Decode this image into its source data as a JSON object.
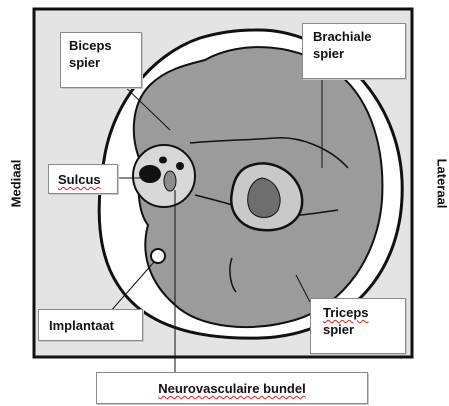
{
  "labels": {
    "biceps": [
      "Biceps",
      "spier"
    ],
    "brachiale": [
      "Brachiale",
      "spier"
    ],
    "sulcus": "Sulcus",
    "implantaat": "Implantaat",
    "triceps": [
      "Triceps",
      "spier"
    ],
    "bundel": "Neurovasculaire bundel",
    "mediaal": "Mediaal",
    "lateraal": "Lateraal"
  },
  "colors": {
    "frame_fill": "#e4e4e4",
    "fat_layer": "#f4f4f4",
    "muscle": "#9b9b9b",
    "bone_cortex": "#c9c9c9",
    "marrow": "#6e6e6e",
    "outline": "#111111",
    "spellcheck_underline": "#d22222"
  }
}
